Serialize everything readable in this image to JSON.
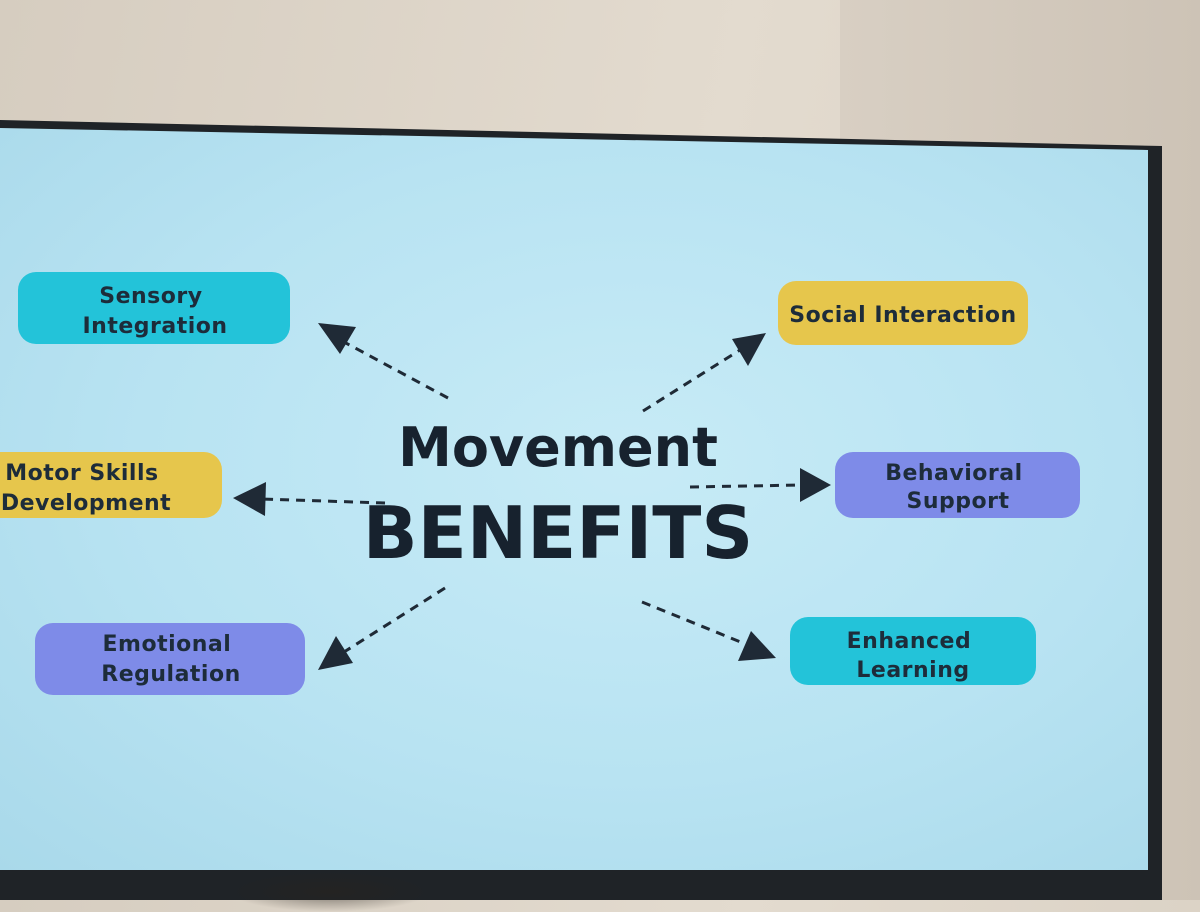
{
  "title": {
    "line1": "Movement",
    "line2": "BENEFITS"
  },
  "nodes": [
    {
      "id": "sensory-integration",
      "lines": [
        "Sensory",
        "Integration"
      ],
      "color": "#23c3d9"
    },
    {
      "id": "social-interaction",
      "lines": [
        "Social Interaction"
      ],
      "color": "#e6c64c"
    },
    {
      "id": "motor-skills-development",
      "lines": [
        "Motor Skills",
        "Development"
      ],
      "color": "#e6c64c"
    },
    {
      "id": "behavioral-support",
      "lines": [
        "Behavioral",
        "Support"
      ],
      "color": "#7e8be8"
    },
    {
      "id": "emotional-regulation",
      "lines": [
        "Emotional",
        "Regulation"
      ],
      "color": "#7e8be8"
    },
    {
      "id": "enhanced-learning",
      "lines": [
        "Enhanced",
        "Learning"
      ],
      "color": "#23c3d9"
    }
  ],
  "colors": {
    "screen": "#b8e3f2",
    "frame": "#1f2327",
    "text": "#17222e",
    "arrow": "#1f2a36"
  }
}
